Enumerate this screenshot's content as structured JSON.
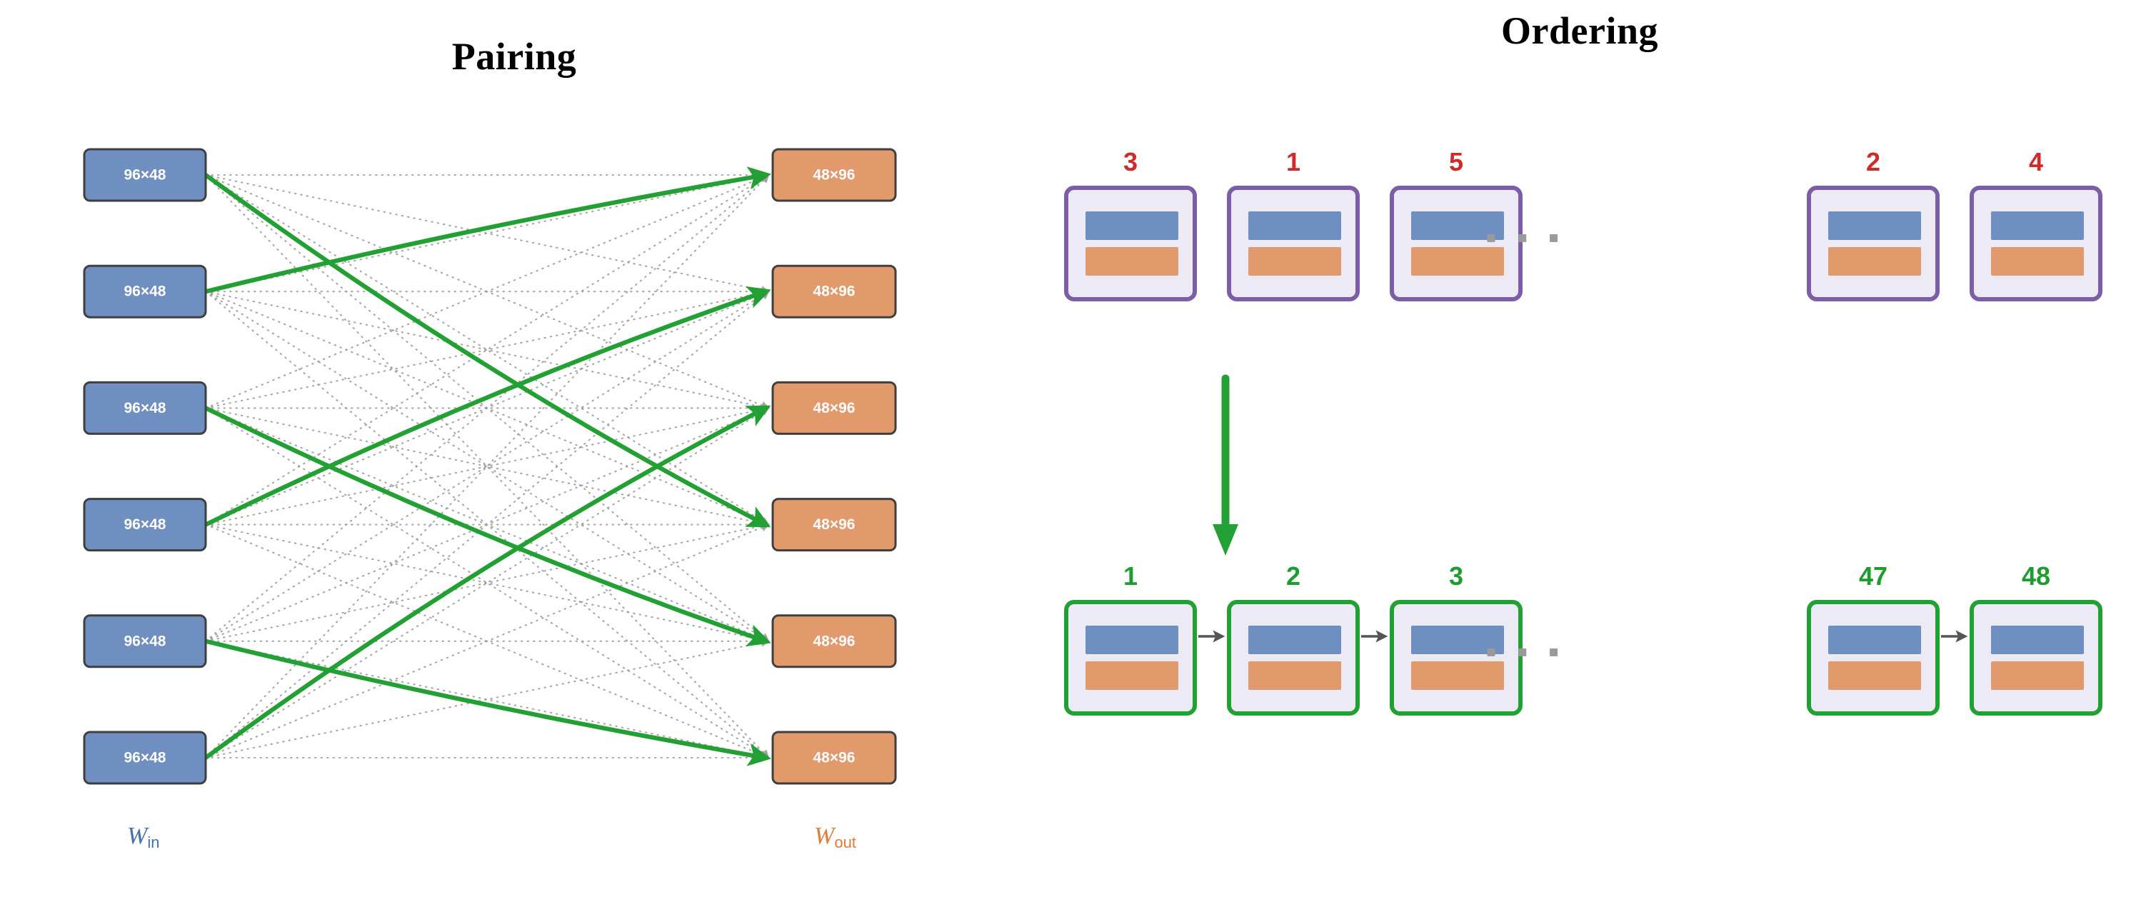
{
  "pairing": {
    "title": "Pairing",
    "input_label_main": "W",
    "input_label_sub": "in",
    "output_label_main": "W",
    "output_label_sub": "out",
    "input_nodes": [
      {
        "label": "96×48"
      },
      {
        "label": "96×48"
      },
      {
        "label": "96×48"
      },
      {
        "label": "96×48"
      },
      {
        "label": "96×48"
      },
      {
        "label": "96×48"
      }
    ],
    "output_nodes": [
      {
        "label": "48×96"
      },
      {
        "label": "48×96"
      },
      {
        "label": "48×96"
      },
      {
        "label": "48×96"
      },
      {
        "label": "48×96"
      },
      {
        "label": "48×96"
      }
    ],
    "matching": [
      {
        "from": 1,
        "to": 4
      },
      {
        "from": 2,
        "to": 1
      },
      {
        "from": 3,
        "to": 5
      },
      {
        "from": 4,
        "to": 2
      },
      {
        "from": 5,
        "to": 6
      },
      {
        "from": 6,
        "to": 3
      }
    ],
    "colors": {
      "input_fill": "#6e8fc0",
      "output_fill": "#e2996b",
      "node_stroke": "#3f3f3f",
      "candidate_edge": "#9b9b9b",
      "matched_edge": "#22a033",
      "input_text": "#4271ae",
      "output_text": "#e07b39"
    }
  },
  "ordering": {
    "title": "Ordering",
    "unordered_row": {
      "labels_left": [
        "3",
        "1",
        "5"
      ],
      "labels_right": [
        "2",
        "4"
      ],
      "ellipsis": "▪ ▪ ▪"
    },
    "ordered_row": {
      "labels_left": [
        "1",
        "2",
        "3"
      ],
      "labels_right": [
        "47",
        "48"
      ],
      "ellipsis": "▪ ▪ ▪"
    },
    "colors": {
      "unordered_border": "#7b5ea7",
      "ordered_border": "#22a033",
      "unordered_label": "#cc2c2c",
      "ordered_label": "#1f9c2f",
      "card_fill": "#eceaf4",
      "bar_blue": "#6e8fc0",
      "bar_orange": "#e2996b",
      "transition_arrow": "#22a033",
      "sequence_arrow": "#555555"
    }
  }
}
